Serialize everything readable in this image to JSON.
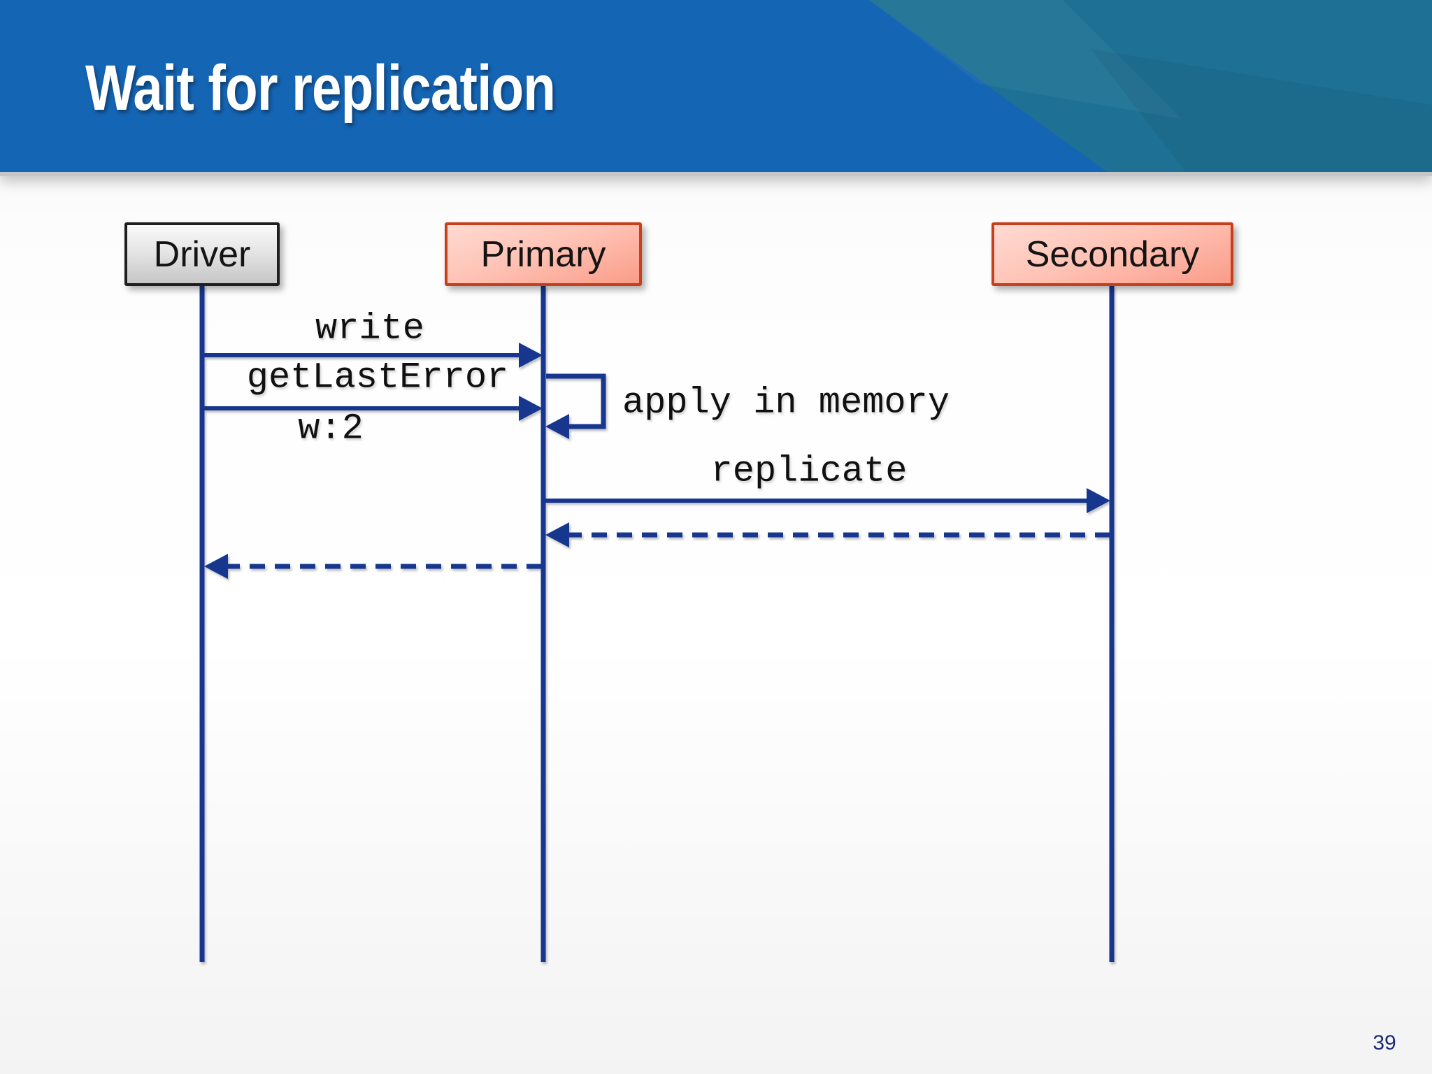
{
  "slide": {
    "title": "Wait for replication",
    "page_number": "39"
  },
  "diagram": {
    "actors": [
      {
        "id": "driver",
        "label": "Driver"
      },
      {
        "id": "primary",
        "label": "Primary"
      },
      {
        "id": "secondary",
        "label": "Secondary"
      }
    ],
    "messages": [
      {
        "label": "write",
        "from": "Driver",
        "to": "Primary",
        "line": "solid"
      },
      {
        "label": "getLastError",
        "from": "Driver",
        "to": "Primary",
        "line": "solid"
      },
      {
        "label": "w:2",
        "from": "Driver",
        "to": "Primary",
        "line": "none"
      },
      {
        "label": "apply in memory",
        "from": "Primary",
        "to": "Primary",
        "line": "self"
      },
      {
        "label": "replicate",
        "from": "Primary",
        "to": "Secondary",
        "line": "solid"
      },
      {
        "label": "",
        "from": "Secondary",
        "to": "Primary",
        "line": "dashed"
      },
      {
        "label": "",
        "from": "Primary",
        "to": "Driver",
        "line": "dashed"
      }
    ]
  },
  "colors": {
    "header_blue": "#1565b5",
    "header_teal": "#1e7194",
    "arrow_navy": "#17368d",
    "replica_box_border": "#c8401b",
    "replica_box_fill_top": "#ffdad3",
    "replica_box_fill_bottom": "#fa9c89",
    "driver_box_border": "#1f1f1f",
    "driver_box_fill_top": "#fafafa",
    "driver_box_fill_bottom": "#c6c6c6",
    "page_number_color": "#1b2d7a"
  }
}
